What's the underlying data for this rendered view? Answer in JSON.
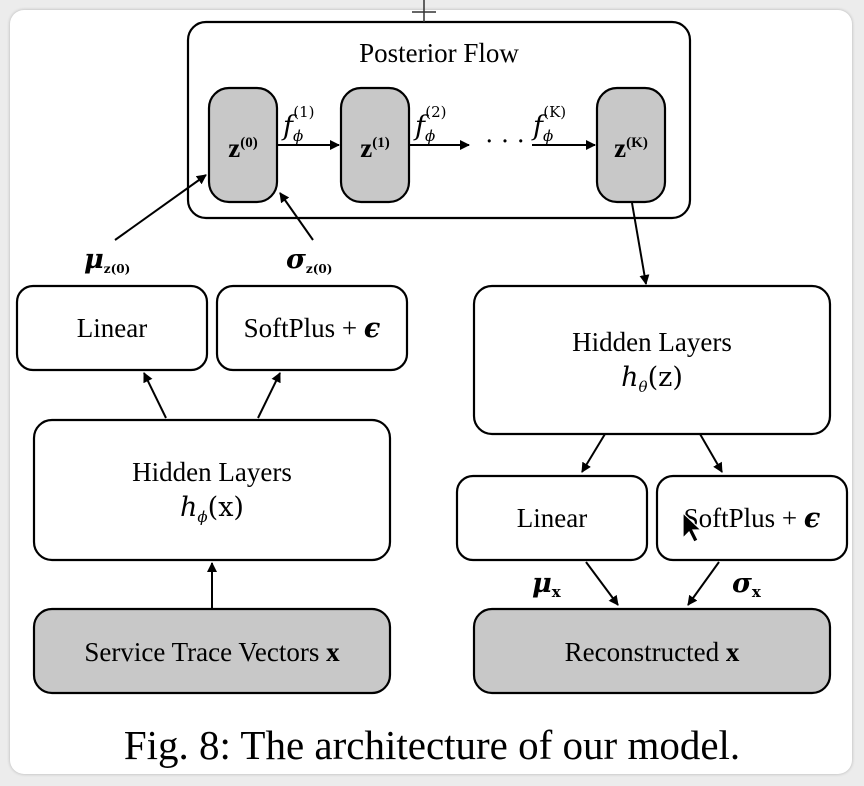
{
  "posterior_flow": {
    "title": "Posterior Flow",
    "nodes": [
      {
        "base": "z",
        "sup": "(0)"
      },
      {
        "base": "z",
        "sup": "(1)"
      },
      {
        "base": "z",
        "sup": "(K)"
      }
    ],
    "transforms": [
      {
        "base": "f",
        "sub": "ϕ",
        "sup": "(1)"
      },
      {
        "base": "f",
        "sub": "ϕ",
        "sup": "(2)"
      },
      {
        "base": "f",
        "sub": "ϕ",
        "sup": "(K)"
      }
    ],
    "ellipsis": "· · ·"
  },
  "encoder": {
    "mu_label": {
      "base": "μ",
      "sub": "z",
      "subsup": "(0)"
    },
    "sigma_label": {
      "base": "σ",
      "sub": "z",
      "subsup": "(0)"
    },
    "linear": "Linear",
    "softplus": "SoftPlus + ",
    "epsilon": "ϵ",
    "hidden_title": "Hidden Layers",
    "hidden_fn": "h",
    "hidden_sub": "ϕ",
    "hidden_arg": "(x)",
    "input_text": "Service Trace Vectors ",
    "input_var": "x"
  },
  "decoder": {
    "hidden_title": "Hidden Layers",
    "hidden_fn": "h",
    "hidden_sub": "θ",
    "hidden_arg": "(z)",
    "linear": "Linear",
    "softplus": "SoftPlus + ",
    "epsilon": "ϵ",
    "mu_label": {
      "base": "μ",
      "sub": "x"
    },
    "sigma_label": {
      "base": "σ",
      "sub": "x"
    },
    "output_text": "Reconstructed ",
    "output_var": "x"
  },
  "caption": "Fig. 8: The architecture of our model."
}
